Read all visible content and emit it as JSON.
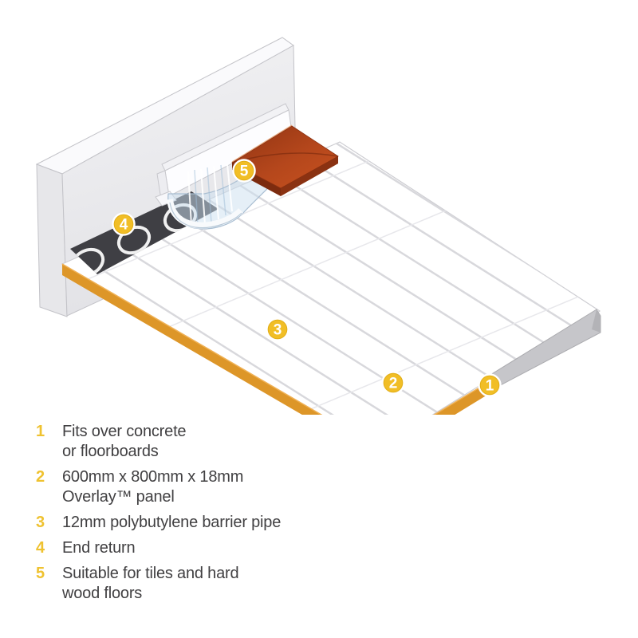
{
  "figure": {
    "type": "isometric cutaway diagram",
    "subject": "Overlay underfloor heating panel system on subfloor against a wall"
  },
  "colors": {
    "background": "#FFFFFF",
    "callout_badge_yellow": "#F1BE26",
    "callout_number_text": "#FFFFFF",
    "legend_number_yellow": "#EFC230",
    "legend_text_gray": "#414042",
    "panel_edge_orange": "#DD9628",
    "panel_surface_white": "#FFFFFF",
    "groove_line_gray": "#D8D8DC",
    "end_return_strip_dark": "#3F3F44",
    "wall_gray": "#EAEAED",
    "subfloor_edge_gray": "#C6C6CA",
    "tile_red": "#B04418",
    "pipe_cover_blue": "#CCDFF0"
  },
  "callouts": [
    {
      "label": "1"
    },
    {
      "label": "2"
    },
    {
      "label": "3"
    },
    {
      "label": "4"
    },
    {
      "label": "5"
    }
  ],
  "legend": {
    "items": [
      {
        "number": "1",
        "lines": [
          "Fits over concrete",
          "or floorboards"
        ]
      },
      {
        "number": "2",
        "lines": [
          "600mm x 800mm x 18mm",
          "Overlay™ panel"
        ]
      },
      {
        "number": "3",
        "lines": [
          "12mm polybutylene barrier pipe"
        ]
      },
      {
        "number": "4",
        "lines": [
          "End return"
        ]
      },
      {
        "number": "5",
        "lines": [
          "Suitable for tiles and hard",
          "wood floors"
        ]
      }
    ]
  }
}
